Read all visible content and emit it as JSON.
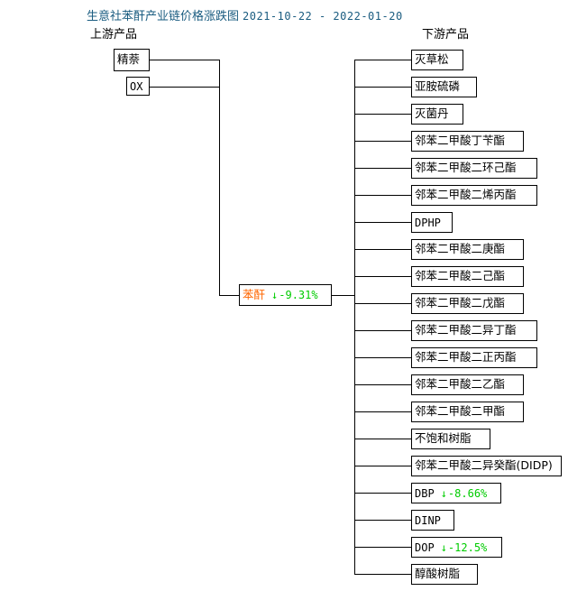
{
  "title": {
    "text": "生意社苯酐产业链价格涨跌图",
    "date_range": "2021-10-22 - 2022-01-20",
    "color": "#1a5c80"
  },
  "headers": {
    "upstream": "上游产品",
    "downstream": "下游产品"
  },
  "colors": {
    "up_text": "#ff6600",
    "down_text": "#00cc00",
    "box_border": "#000000",
    "background": "#ffffff",
    "title": "#1a5c80"
  },
  "center_node": {
    "label": "苯酐",
    "arrow": "↓",
    "change": "-9.31%",
    "direction": "down"
  },
  "upstream": [
    {
      "label": "精萘",
      "mono": false
    },
    {
      "label": "OX",
      "mono": true
    }
  ],
  "downstream": [
    {
      "label": "灭草松",
      "mono": false
    },
    {
      "label": "亚胺硫磷",
      "mono": false
    },
    {
      "label": "灭菌丹",
      "mono": false
    },
    {
      "label": "邻苯二甲酸丁苄酯",
      "mono": false
    },
    {
      "label": "邻苯二甲酸二环己酯",
      "mono": false
    },
    {
      "label": "邻苯二甲酸二烯丙酯",
      "mono": false
    },
    {
      "label": "DPHP",
      "mono": true
    },
    {
      "label": "邻苯二甲酸二庚酯",
      "mono": false
    },
    {
      "label": "邻苯二甲酸二己酯",
      "mono": false
    },
    {
      "label": "邻苯二甲酸二戊酯",
      "mono": false
    },
    {
      "label": "邻苯二甲酸二异丁酯",
      "mono": false
    },
    {
      "label": "邻苯二甲酸二正丙酯",
      "mono": false
    },
    {
      "label": "邻苯二甲酸二乙酯",
      "mono": false
    },
    {
      "label": "邻苯二甲酸二甲酯",
      "mono": false
    },
    {
      "label": "不饱和树脂",
      "mono": false
    },
    {
      "label": "邻苯二甲酸二异癸酯(DIDP)",
      "mono": false
    },
    {
      "label": "DBP",
      "mono": true,
      "arrow": "↓",
      "change": "-8.66%",
      "direction": "down"
    },
    {
      "label": "DINP",
      "mono": true
    },
    {
      "label": "DOP",
      "mono": true,
      "arrow": "↓",
      "change": "-12.5%",
      "direction": "down"
    },
    {
      "label": "醇酸树脂",
      "mono": false
    }
  ]
}
